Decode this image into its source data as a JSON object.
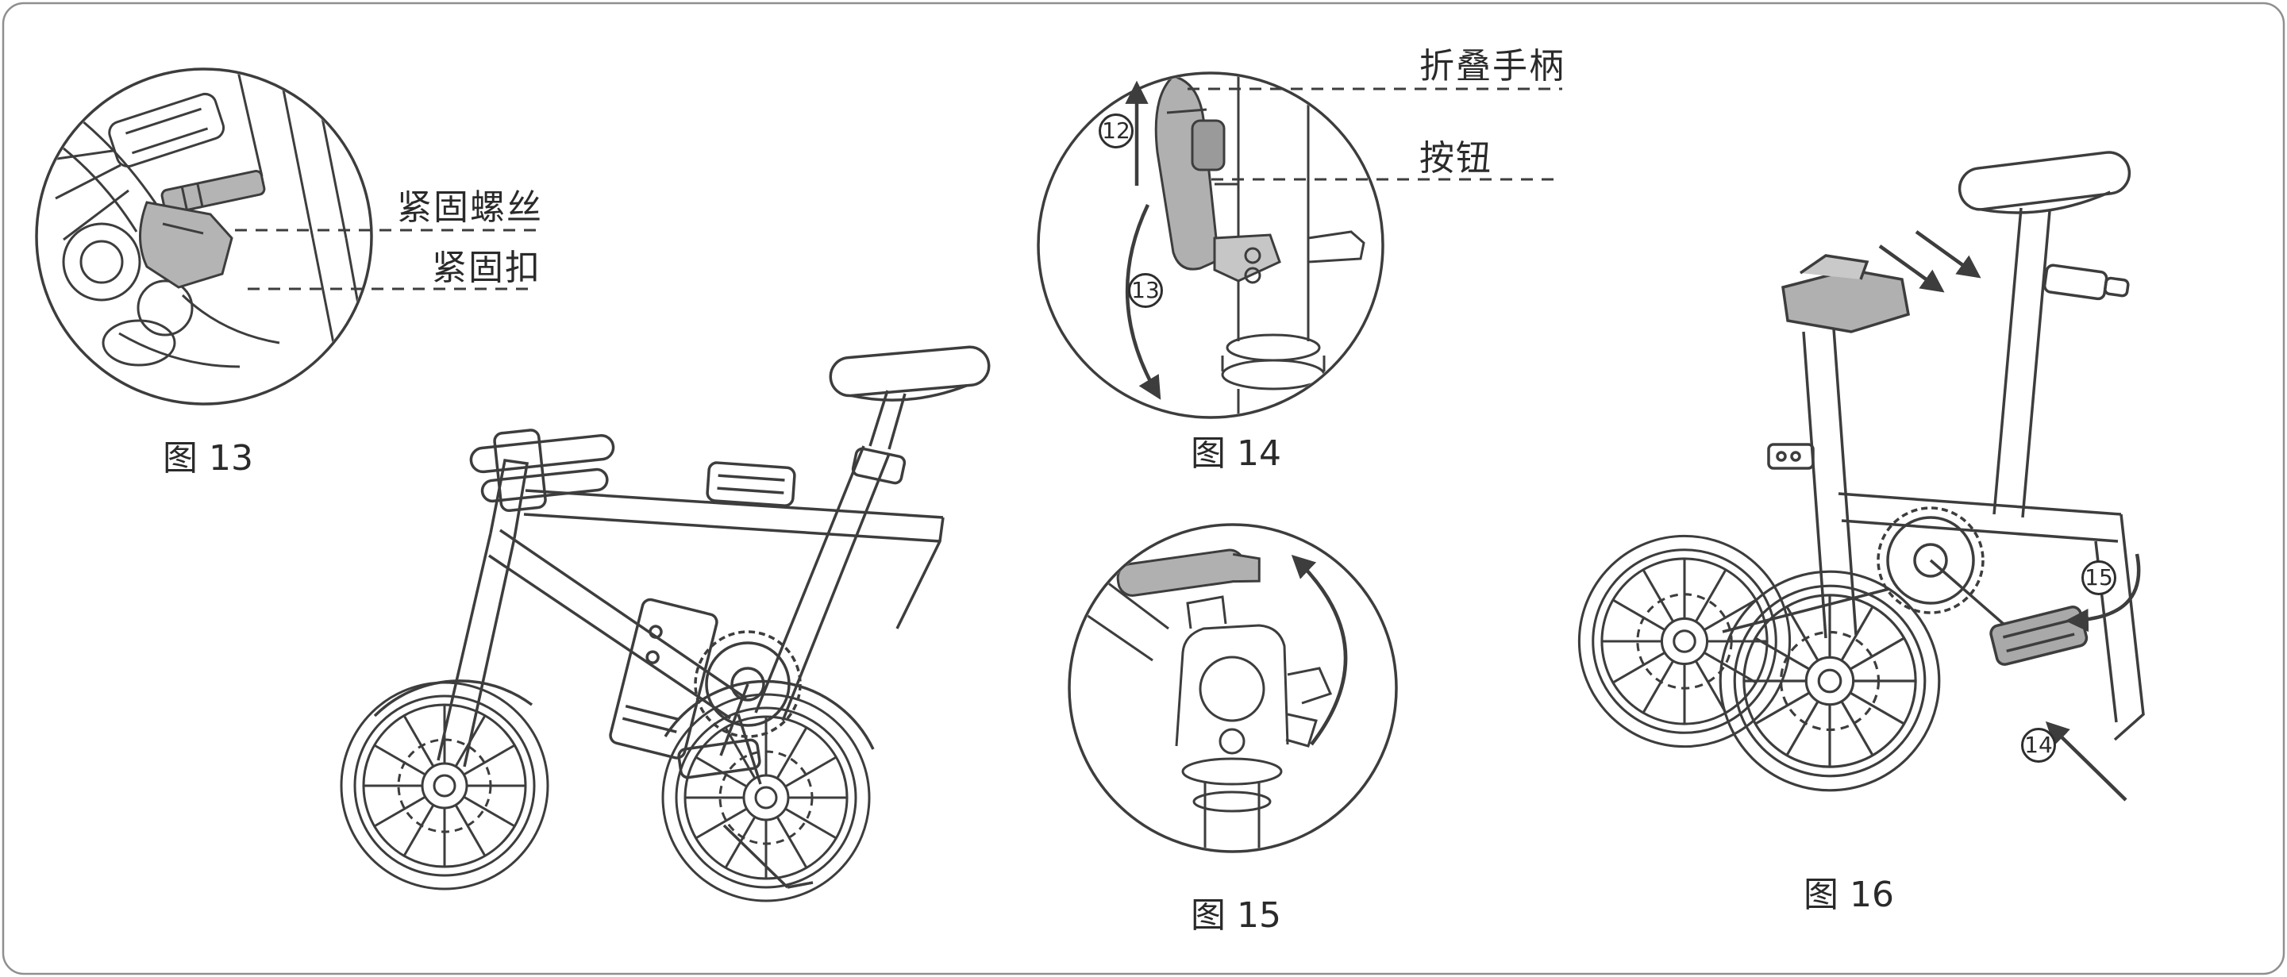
{
  "page": {
    "background": "#ffffff",
    "line_color": "#3d3d3d",
    "highlight_fill": "#b4b4b4"
  },
  "figures": {
    "fig13": {
      "caption": "图 13",
      "labels": {
        "screw": "紧固螺丝",
        "clip": "紧固扣"
      }
    },
    "fig14": {
      "caption": "图 14",
      "labels": {
        "handle": "折叠手柄",
        "button": "按钮"
      },
      "callouts": {
        "step12": "12",
        "step13": "13"
      }
    },
    "fig15": {
      "caption": "图 15"
    },
    "fig16": {
      "caption": "图 16",
      "callouts": {
        "step15": "15",
        "step14": "14"
      }
    }
  }
}
